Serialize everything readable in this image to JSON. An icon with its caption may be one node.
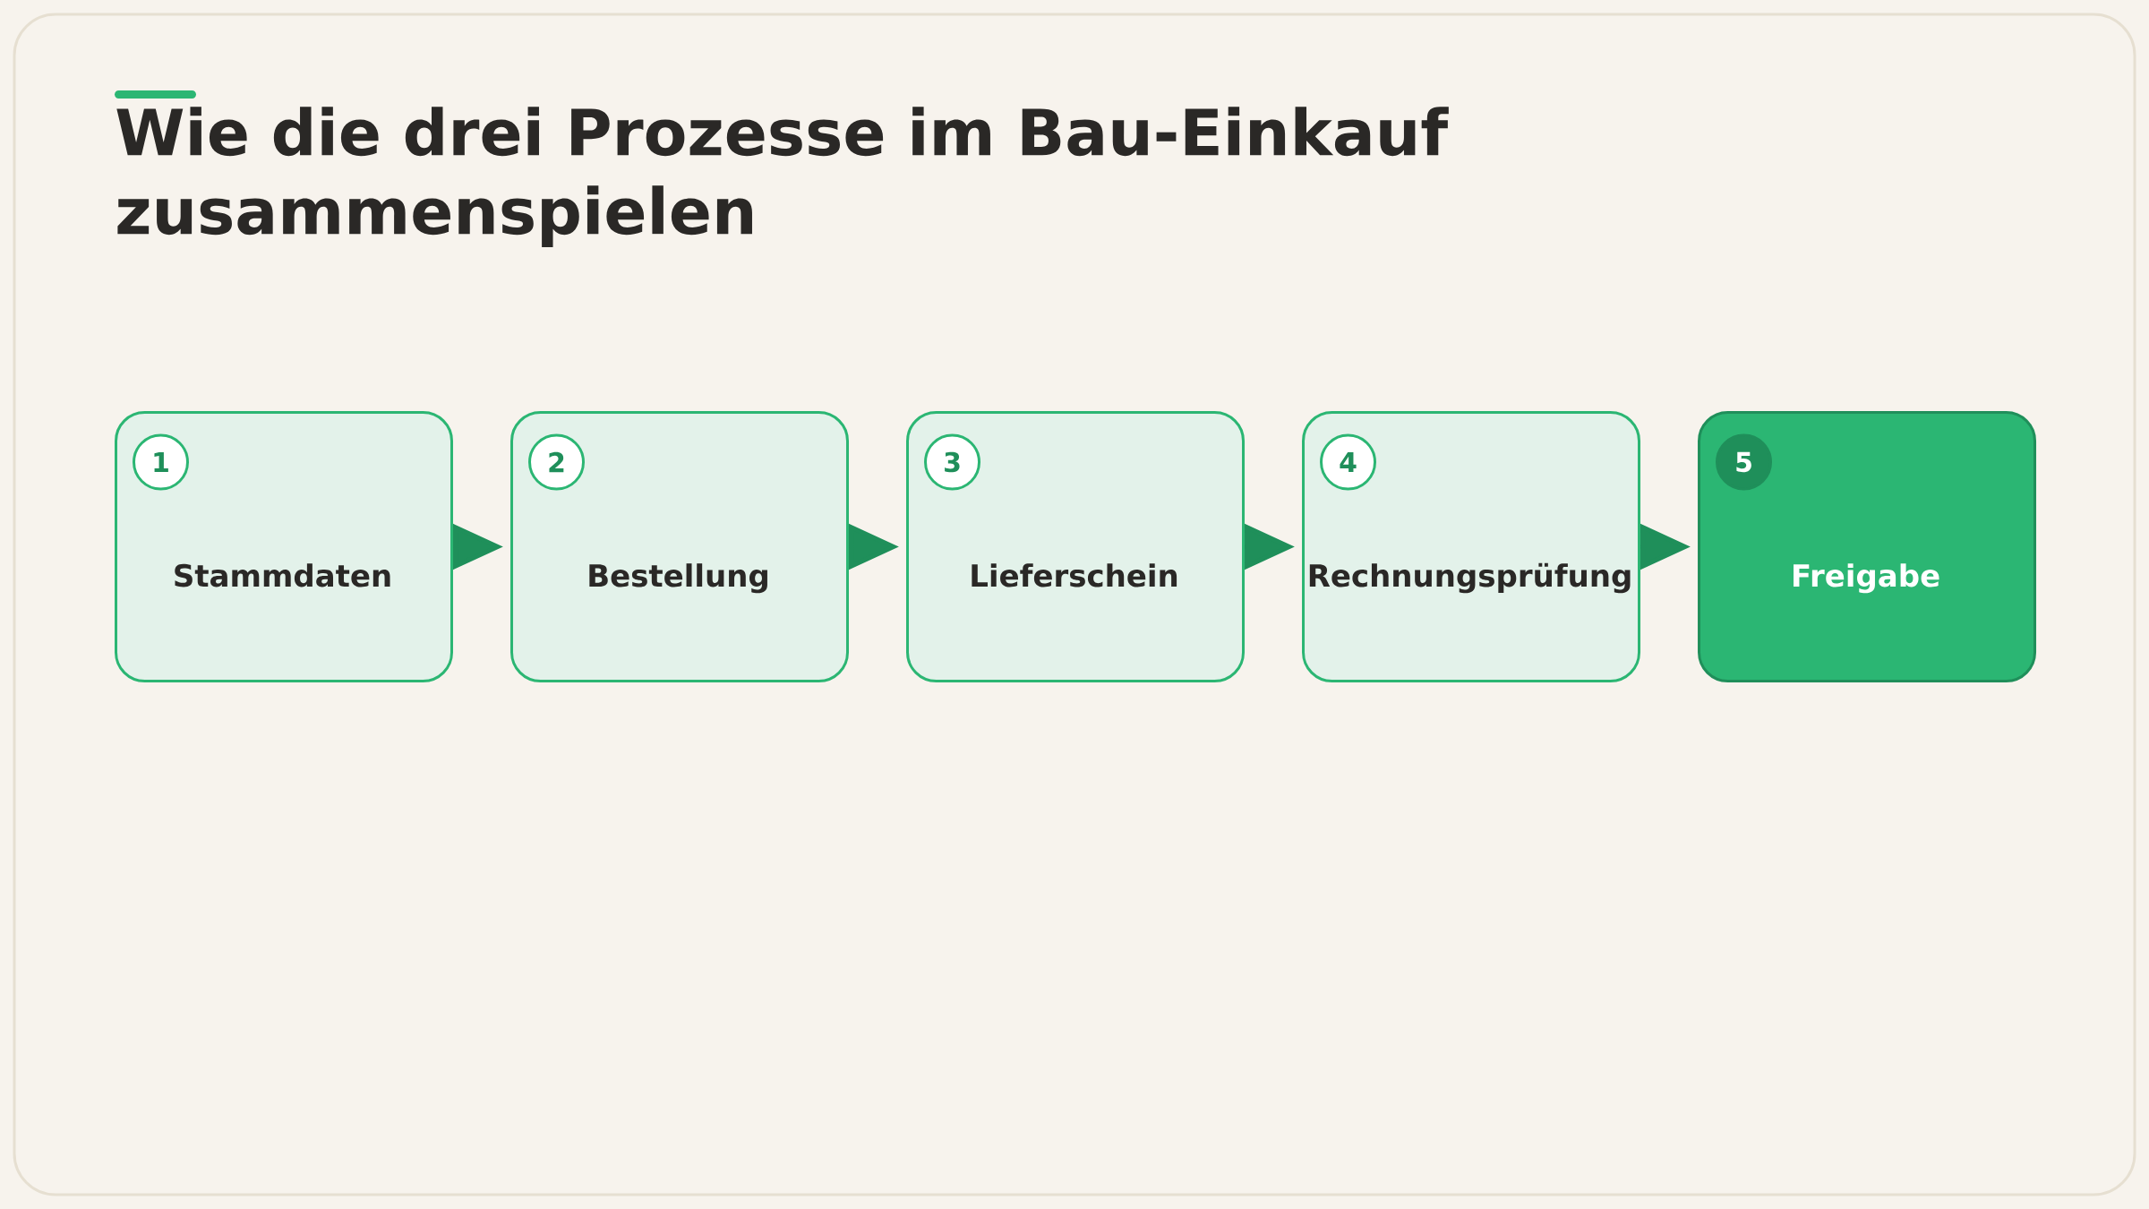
{
  "diagram": {
    "title": "Wie die drei Prozesse im Bau-Einkauf zusammenspielen",
    "nodes": [
      {
        "text": [
          "Stammdaten"
        ]
      },
      {
        "text": [
          "1"
        ],
        "in": 0
      },
      {
        "text": [
          "Bestellung"
        ]
      },
      {
        "text": [
          "2"
        ],
        "in": 2
      },
      {
        "text": [
          "Lieferschein"
        ]
      },
      {
        "text": [
          "3"
        ],
        "in": 4
      },
      {
        "text": [
          "Rechnungsprüfung"
        ]
      },
      {
        "text": [
          "4"
        ],
        "in": 6
      },
      {
        "text": [
          "Freigabe"
        ]
      },
      {
        "text": [
          "5"
        ],
        "in": 8
      }
    ],
    "edges": [
      {
        "from": 0,
        "to": 2,
        "arrow": "to"
      },
      {
        "from": 2,
        "to": 4,
        "arrow": "to"
      },
      {
        "from": 4,
        "to": 6,
        "arrow": "to"
      },
      {
        "from": 6,
        "to": 8,
        "arrow": "to"
      }
    ]
  }
}
